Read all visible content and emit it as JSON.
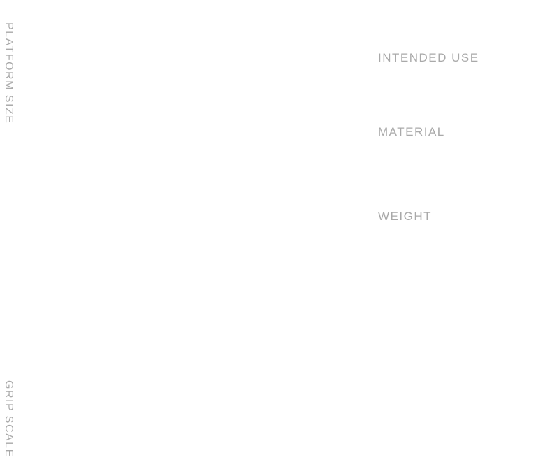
{
  "side_labels": {
    "platform_size": "PLATFORM SIZE",
    "grip_scale": "GRIP SCALE"
  },
  "specs": {
    "intended_use": "INTENDED USE",
    "material": "MATERIAL",
    "weight": "WEIGHT"
  },
  "colors": {
    "background": "#ffffff",
    "label_text": "#a9a9a9"
  }
}
